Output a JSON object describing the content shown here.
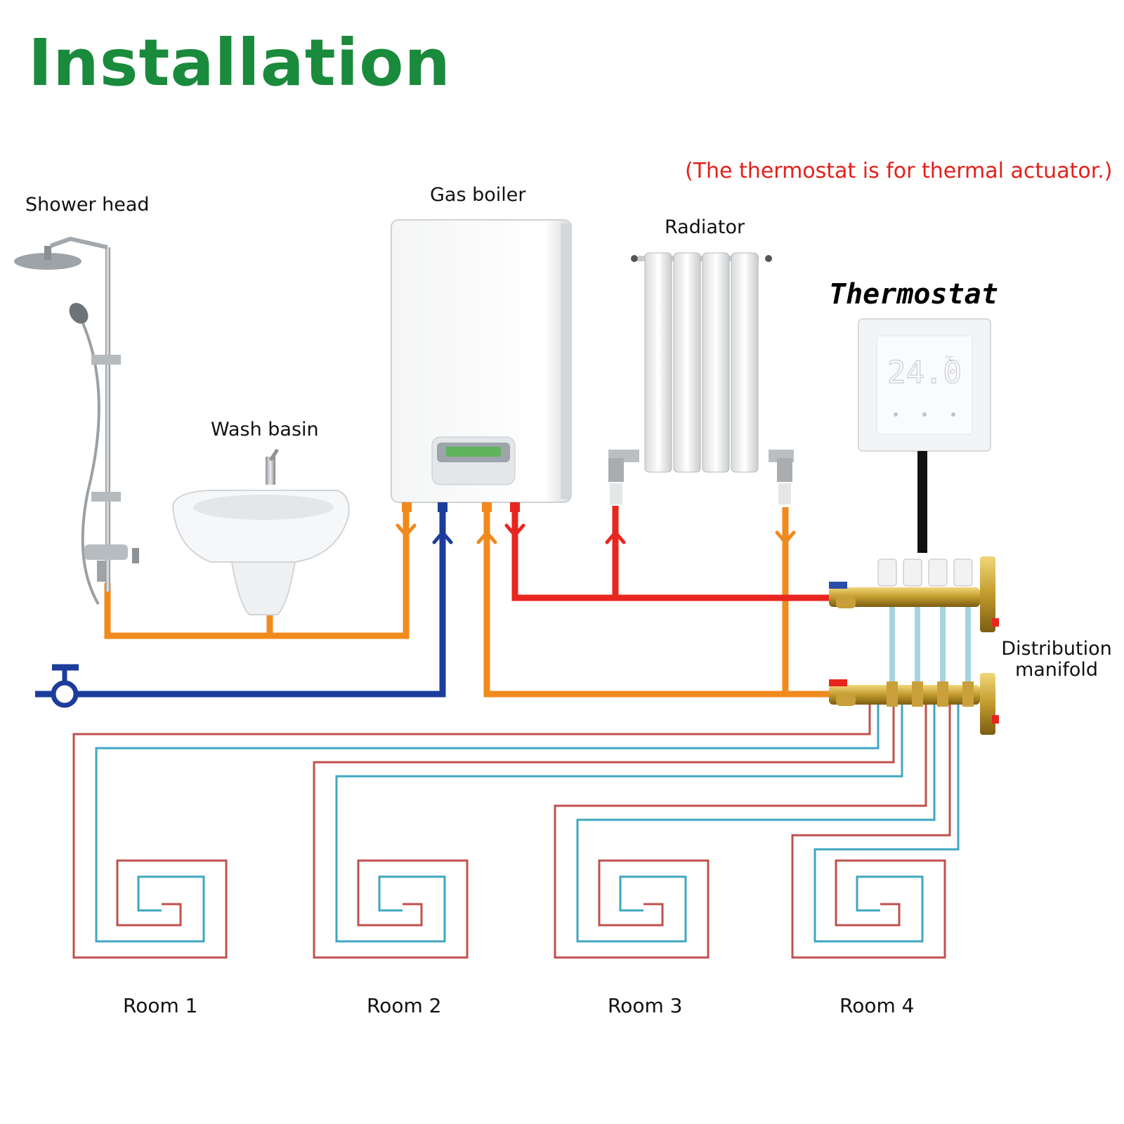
{
  "title": "Installation",
  "note": "(The thermostat is for thermal actuator.)",
  "labels": {
    "shower_head": "Shower head",
    "wash_basin": "Wash basin",
    "gas_boiler": "Gas boiler",
    "radiator": "Radiator",
    "thermostat": "Thermostat",
    "manifold_line1": "Distribution",
    "manifold_line2": "manifold"
  },
  "rooms": [
    "Room 1",
    "Room 2",
    "Room 3",
    "Room 4"
  ],
  "colors": {
    "title_green": "#1a8a3c",
    "note_red": "#e3211b",
    "hot_pipe": "#e8261f",
    "warm_pipe": "#f08a1c",
    "cold_pipe": "#1c3d9c",
    "floor_supply": "#c0504d",
    "floor_return": "#3fa7c2",
    "brass": "#c7a43a"
  },
  "thermostat_display": "24.0"
}
